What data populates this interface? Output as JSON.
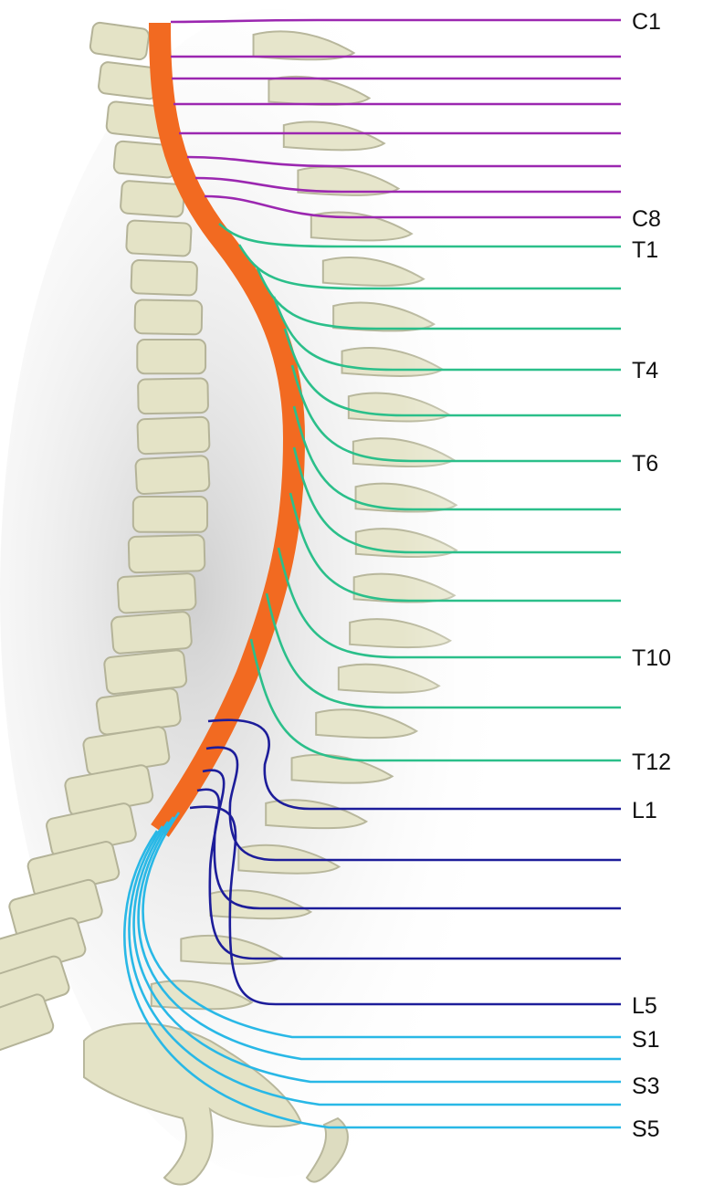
{
  "diagram": {
    "labels": {
      "c1": "C1",
      "c8": "C8",
      "t1": "T1",
      "t4": "T4",
      "t6": "T6",
      "t10": "T10",
      "t12": "T12",
      "l1": "L1",
      "l5": "L5",
      "s1": "S1",
      "s3": "S3",
      "s5": "S5"
    },
    "colors": {
      "spinal_cord": "#F26A21",
      "cervical_nerves": "#9B27B0",
      "thoracic_nerves": "#2BBF8A",
      "lumbar_nerves": "#1D1D9A",
      "sacral_nerves": "#29B8E6",
      "vertebrae": "#E4E3C6"
    }
  }
}
